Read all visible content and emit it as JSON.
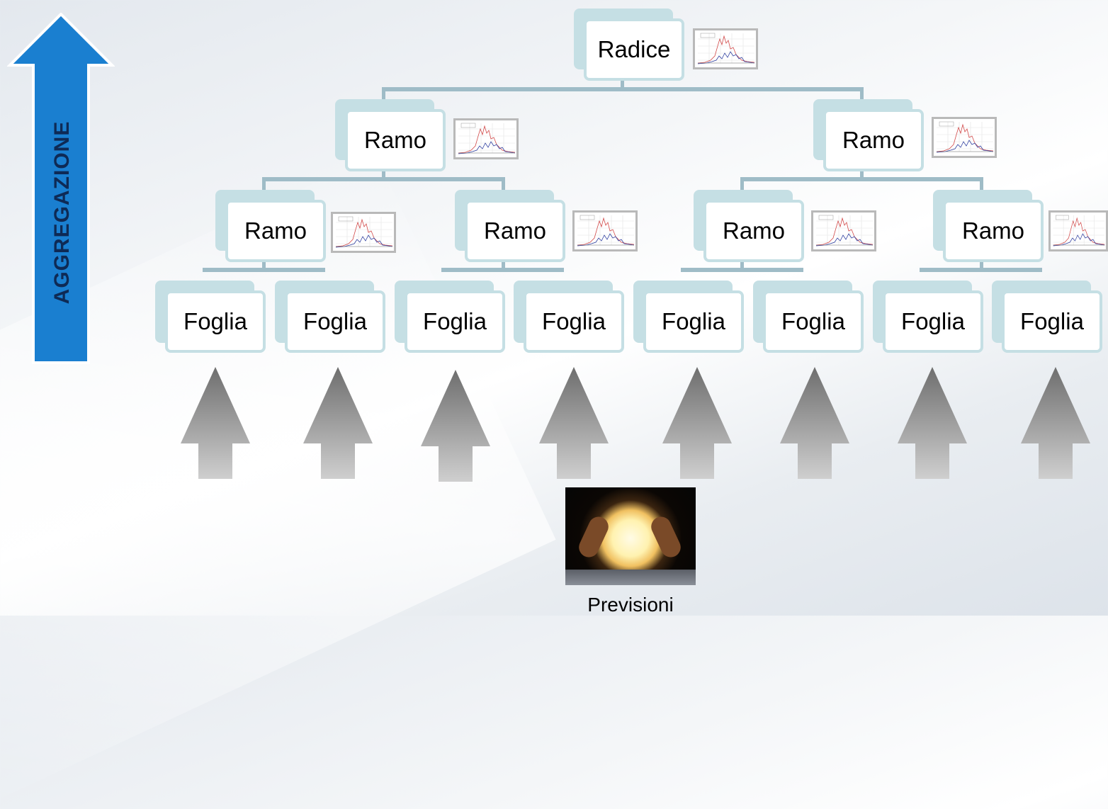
{
  "aggregation_label": "AGGREGAZIONE",
  "colors": {
    "aggregation_arrow": "#1a7fd0",
    "node_shadow": "#c5dfe4",
    "connector": "#9fbcc7",
    "up_arrow_top": "#6e6e6e",
    "up_arrow_bottom": "#cfcfcf"
  },
  "tree": {
    "root": {
      "label": "Radice"
    },
    "level1": [
      {
        "label": "Ramo"
      },
      {
        "label": "Ramo"
      }
    ],
    "level2": [
      {
        "label": "Ramo"
      },
      {
        "label": "Ramo"
      },
      {
        "label": "Ramo"
      },
      {
        "label": "Ramo"
      }
    ],
    "leaves": [
      {
        "label": "Foglia"
      },
      {
        "label": "Foglia"
      },
      {
        "label": "Foglia"
      },
      {
        "label": "Foglia"
      },
      {
        "label": "Foglia"
      },
      {
        "label": "Foglia"
      },
      {
        "label": "Foglia"
      },
      {
        "label": "Foglia"
      }
    ]
  },
  "thumbnail_icon": "forecast-chart-icon",
  "forecast_image": {
    "icon": "crystal-ball-icon",
    "caption": "Previsioni"
  }
}
